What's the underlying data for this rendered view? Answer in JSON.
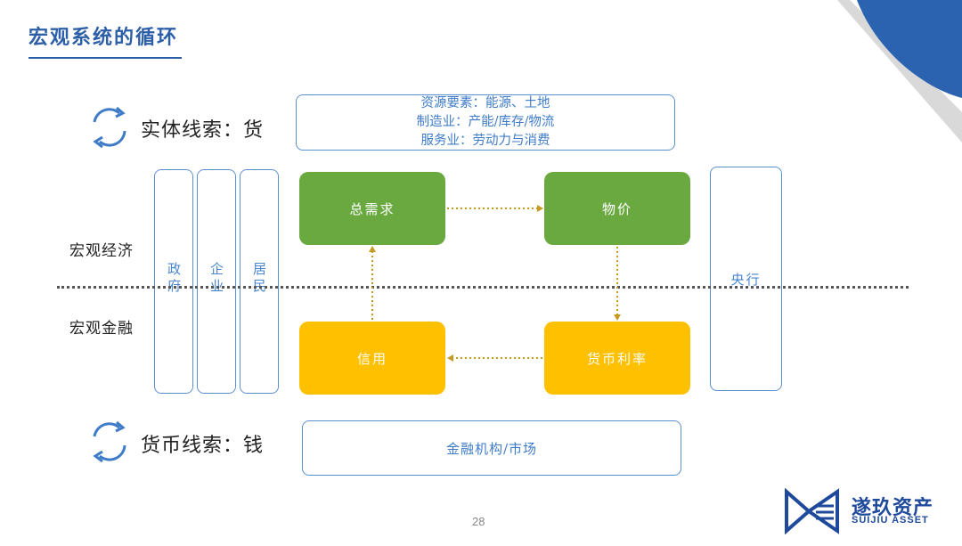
{
  "title": "宏观系统的循环",
  "real_thread": {
    "label": "实体线索：货",
    "icon": "cycle-arrows-icon"
  },
  "money_thread": {
    "label": "货币线索：钱",
    "icon": "cycle-arrows-icon"
  },
  "resource_box": {
    "lines": [
      "资源要素：能源、土地",
      "制造业：产能/库存/物流",
      "服务业：劳动力与消费"
    ]
  },
  "sectors": [
    "政府",
    "企业",
    "居民"
  ],
  "central_bank": "央行",
  "levels": {
    "economy": "宏观经济",
    "finance": "宏观金融"
  },
  "nodes": {
    "aggregate_demand": "总需求",
    "price_level": "物价",
    "credit": "信用",
    "money_rate": "货币利率"
  },
  "finance_box": "金融机构/市场",
  "page_number": "28",
  "logo": {
    "cn": "遂玖资产",
    "en": "SUIJIU ASSET",
    "icon": "logo-mark-icon"
  },
  "colors": {
    "accent": "#2c5fa8",
    "green": "#6aa940",
    "yellow": "#ffc000",
    "arrow": "#c59a1e",
    "box_border": "#5b8fd0"
  }
}
